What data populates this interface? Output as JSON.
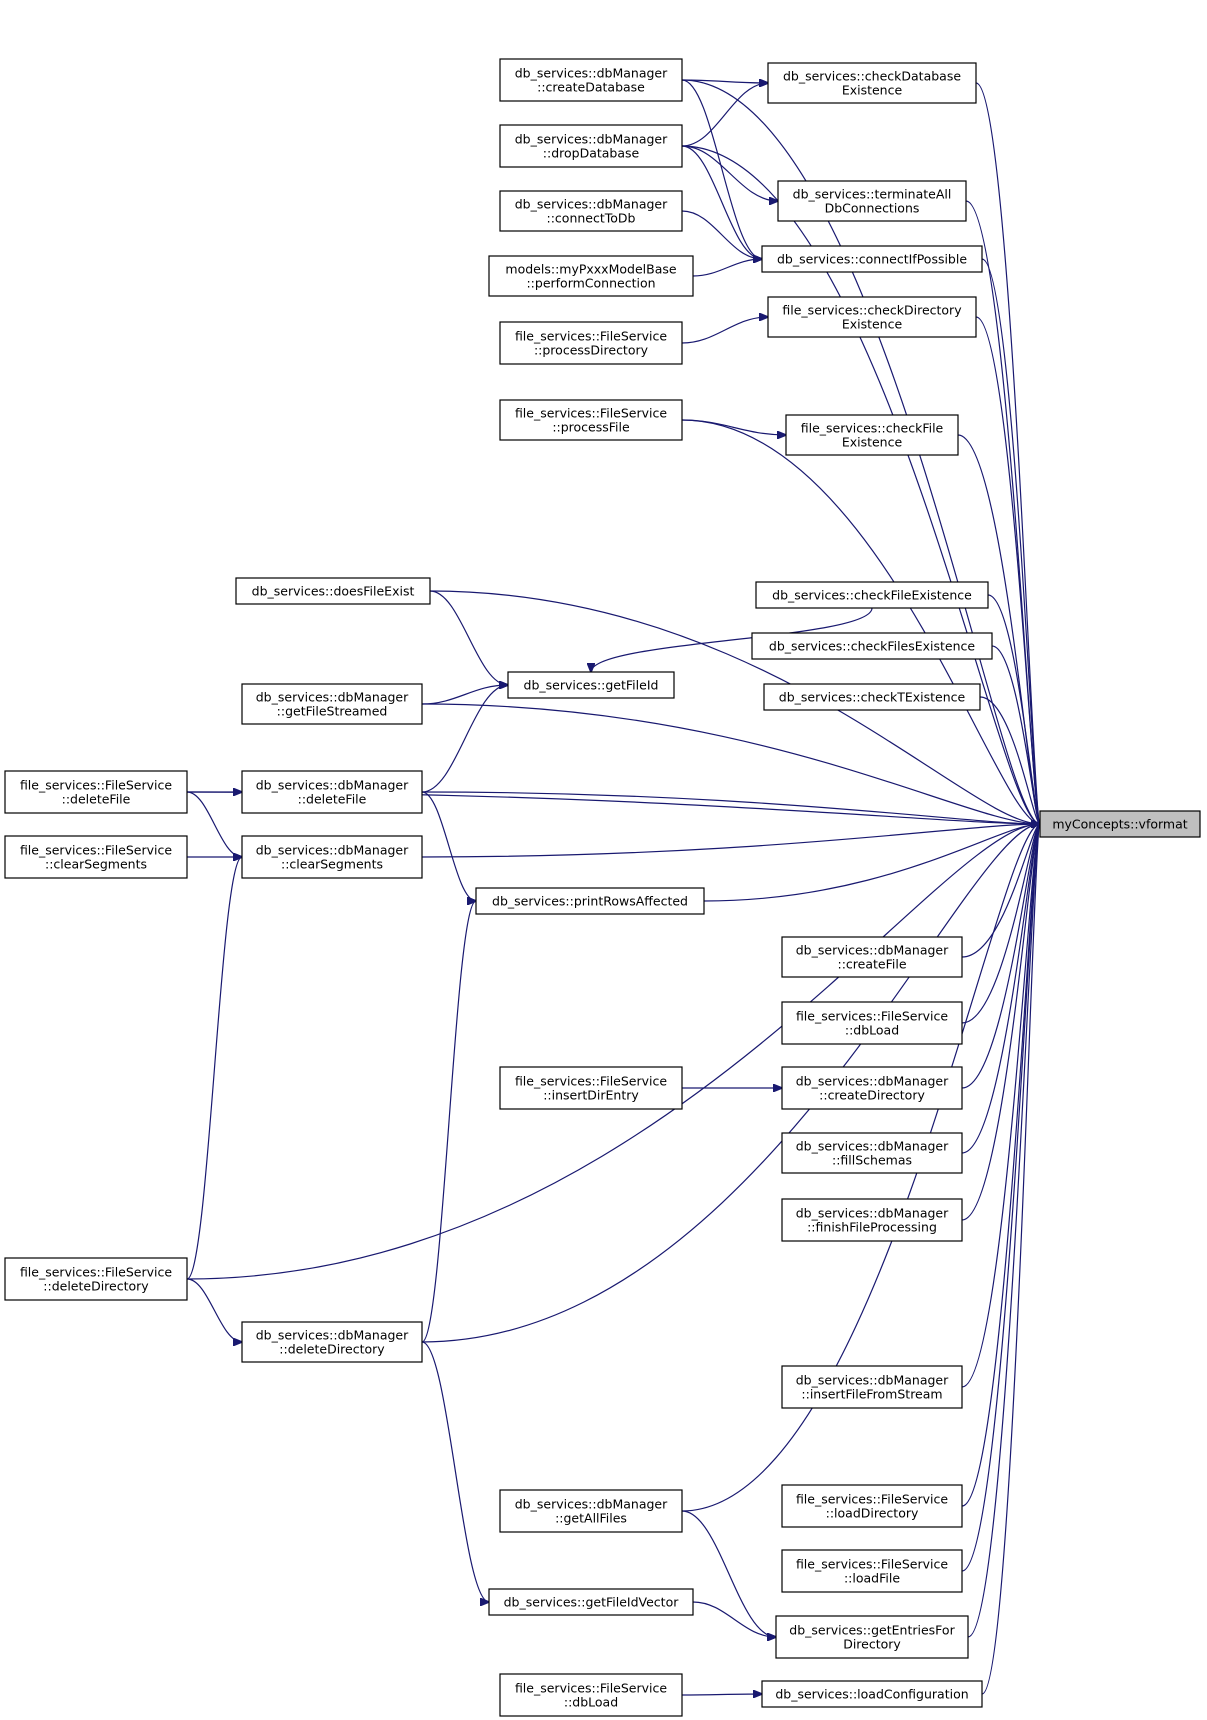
{
  "colors": {
    "edge": "#191970",
    "node_border": "#000000",
    "root_fill": "#bfbfbf",
    "node_fill": "#ffffff"
  },
  "nodes": [
    {
      "id": "root",
      "lines": [
        "myConcepts::vformat"
      ],
      "root": true
    },
    {
      "id": "createDatabase",
      "lines": [
        "db_services::dbManager",
        "::createDatabase"
      ]
    },
    {
      "id": "checkDatabaseExistence",
      "lines": [
        "db_services::checkDatabase",
        "Existence"
      ]
    },
    {
      "id": "dropDatabase",
      "lines": [
        "db_services::dbManager",
        "::dropDatabase"
      ]
    },
    {
      "id": "terminateAll",
      "lines": [
        "db_services::terminateAll",
        "DbConnections"
      ]
    },
    {
      "id": "connectToDb",
      "lines": [
        "db_services::dbManager",
        "::connectToDb"
      ]
    },
    {
      "id": "connectIfPossible",
      "lines": [
        "db_services::connectIfPossible"
      ]
    },
    {
      "id": "performConnection",
      "lines": [
        "models::myPxxxModelBase",
        "::performConnection"
      ]
    },
    {
      "id": "checkDirectoryExistence",
      "lines": [
        "file_services::checkDirectory",
        "Existence"
      ]
    },
    {
      "id": "processDirectory",
      "lines": [
        "file_services::FileService",
        "::processDirectory"
      ]
    },
    {
      "id": "processFile",
      "lines": [
        "file_services::FileService",
        "::processFile"
      ]
    },
    {
      "id": "checkFileExistenceFS",
      "lines": [
        "file_services::checkFile",
        "Existence"
      ]
    },
    {
      "id": "doesFileExist",
      "lines": [
        "db_services::doesFileExist"
      ]
    },
    {
      "id": "checkFileExistenceDB",
      "lines": [
        "db_services::checkFileExistence"
      ]
    },
    {
      "id": "checkFilesExistence",
      "lines": [
        "db_services::checkFilesExistence"
      ]
    },
    {
      "id": "getFileId",
      "lines": [
        "db_services::getFileId"
      ]
    },
    {
      "id": "checkTExistence",
      "lines": [
        "db_services::checkTExistence"
      ]
    },
    {
      "id": "getFileStreamed",
      "lines": [
        "db_services::dbManager",
        "::getFileStreamed"
      ]
    },
    {
      "id": "fsDeleteFile",
      "lines": [
        "file_services::FileService",
        "::deleteFile"
      ]
    },
    {
      "id": "dbDeleteFile",
      "lines": [
        "db_services::dbManager",
        "::deleteFile"
      ]
    },
    {
      "id": "fsClearSegments",
      "lines": [
        "file_services::FileService",
        "::clearSegments"
      ]
    },
    {
      "id": "dbClearSegments",
      "lines": [
        "db_services::dbManager",
        "::clearSegments"
      ]
    },
    {
      "id": "printRowsAffected",
      "lines": [
        "db_services::printRowsAffected"
      ]
    },
    {
      "id": "createFile",
      "lines": [
        "db_services::dbManager",
        "::createFile"
      ]
    },
    {
      "id": "fsDbLoad1",
      "lines": [
        "file_services::FileService",
        "::dbLoad"
      ]
    },
    {
      "id": "insertDirEntry",
      "lines": [
        "file_services::FileService",
        "::insertDirEntry"
      ]
    },
    {
      "id": "createDirectory",
      "lines": [
        "db_services::dbManager",
        "::createDirectory"
      ]
    },
    {
      "id": "fillSchemas",
      "lines": [
        "db_services::dbManager",
        "::fillSchemas"
      ]
    },
    {
      "id": "finishFileProcessing",
      "lines": [
        "db_services::dbManager",
        "::finishFileProcessing"
      ]
    },
    {
      "id": "fsDeleteDirectory",
      "lines": [
        "file_services::FileService",
        "::deleteDirectory"
      ]
    },
    {
      "id": "dbDeleteDirectory",
      "lines": [
        "db_services::dbManager",
        "::deleteDirectory"
      ]
    },
    {
      "id": "insertFileFromStream",
      "lines": [
        "db_services::dbManager",
        "::insertFileFromStream"
      ]
    },
    {
      "id": "getAllFiles",
      "lines": [
        "db_services::dbManager",
        "::getAllFiles"
      ]
    },
    {
      "id": "loadDirectory",
      "lines": [
        "file_services::FileService",
        "::loadDirectory"
      ]
    },
    {
      "id": "loadFile",
      "lines": [
        "file_services::FileService",
        "::loadFile"
      ]
    },
    {
      "id": "getFileIdVector",
      "lines": [
        "db_services::getFileIdVector"
      ]
    },
    {
      "id": "getEntriesForDirectory",
      "lines": [
        "db_services::getEntriesFor",
        "Directory"
      ]
    },
    {
      "id": "fsDbLoad2",
      "lines": [
        "file_services::FileService",
        "::dbLoad"
      ]
    },
    {
      "id": "loadConfiguration",
      "lines": [
        "db_services::loadConfiguration"
      ]
    }
  ],
  "edges": [
    [
      "createDatabase",
      "root"
    ],
    [
      "checkDatabaseExistence",
      "root"
    ],
    [
      "dropDatabase",
      "root"
    ],
    [
      "terminateAll",
      "root"
    ],
    [
      "connectIfPossible",
      "root"
    ],
    [
      "checkDirectoryExistence",
      "root"
    ],
    [
      "processFile",
      "root"
    ],
    [
      "checkFileExistenceFS",
      "root"
    ],
    [
      "fsDeleteFile",
      "root"
    ],
    [
      "doesFileExist",
      "root"
    ],
    [
      "checkFileExistenceDB",
      "root"
    ],
    [
      "checkFilesExistence",
      "root"
    ],
    [
      "checkTExistence",
      "root"
    ],
    [
      "getFileStreamed",
      "root"
    ],
    [
      "dbDeleteFile",
      "root"
    ],
    [
      "dbClearSegments",
      "root"
    ],
    [
      "printRowsAffected",
      "root"
    ],
    [
      "createFile",
      "root"
    ],
    [
      "fsDbLoad1",
      "root"
    ],
    [
      "createDirectory",
      "root"
    ],
    [
      "fillSchemas",
      "root"
    ],
    [
      "finishFileProcessing",
      "root"
    ],
    [
      "fsDeleteDirectory",
      "root"
    ],
    [
      "dbDeleteDirectory",
      "root"
    ],
    [
      "insertFileFromStream",
      "root"
    ],
    [
      "getAllFiles",
      "root"
    ],
    [
      "loadDirectory",
      "root"
    ],
    [
      "loadFile",
      "root"
    ],
    [
      "getEntriesForDirectory",
      "root"
    ],
    [
      "loadConfiguration",
      "root"
    ],
    [
      "createDatabase",
      "checkDatabaseExistence"
    ],
    [
      "dropDatabase",
      "checkDatabaseExistence"
    ],
    [
      "dropDatabase",
      "terminateAll"
    ],
    [
      "createDatabase",
      "connectIfPossible"
    ],
    [
      "dropDatabase",
      "connectIfPossible"
    ],
    [
      "connectToDb",
      "connectIfPossible"
    ],
    [
      "performConnection",
      "connectIfPossible"
    ],
    [
      "processDirectory",
      "checkDirectoryExistence"
    ],
    [
      "processFile",
      "checkFileExistenceFS"
    ],
    [
      "doesFileExist",
      "getFileId"
    ],
    [
      "checkFileExistenceDB",
      "getFileId"
    ],
    [
      "getFileStreamed",
      "getFileId"
    ],
    [
      "dbDeleteFile",
      "getFileId"
    ],
    [
      "fsDeleteFile",
      "dbDeleteFile"
    ],
    [
      "fsDeleteFile",
      "dbClearSegments"
    ],
    [
      "fsClearSegments",
      "dbClearSegments"
    ],
    [
      "fsDeleteDirectory",
      "dbClearSegments"
    ],
    [
      "dbDeleteFile",
      "printRowsAffected"
    ],
    [
      "dbDeleteDirectory",
      "printRowsAffected"
    ],
    [
      "fsDeleteDirectory",
      "dbDeleteDirectory"
    ],
    [
      "insertDirEntry",
      "createDirectory"
    ],
    [
      "dbDeleteDirectory",
      "getFileIdVector"
    ],
    [
      "getAllFiles",
      "getEntriesForDirectory"
    ],
    [
      "getFileIdVector",
      "getEntriesForDirectory"
    ],
    [
      "fsDbLoad2",
      "loadConfiguration"
    ]
  ]
}
